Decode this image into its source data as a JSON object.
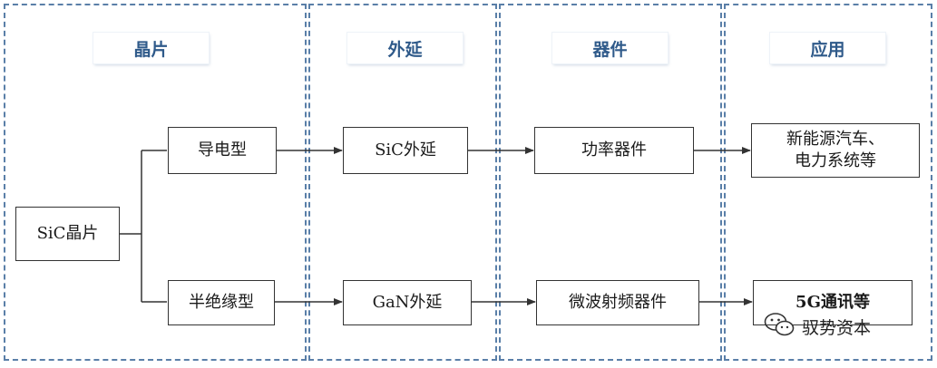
{
  "stages": [
    {
      "id": "wafer",
      "label": "晶片"
    },
    {
      "id": "epitaxy",
      "label": "外延"
    },
    {
      "id": "device",
      "label": "器件"
    },
    {
      "id": "application",
      "label": "应用"
    }
  ],
  "nodes": {
    "sic_wafer": "SiC晶片",
    "conductive": "导电型",
    "semi_insulating": "半绝缘型",
    "sic_epitaxy": "SiC外延",
    "gan_epitaxy": "GaN外延",
    "power_device": "功率器件",
    "rf_device": "微波射频器件",
    "app_ev_line1": "新能源汽车、",
    "app_ev_line2": "电力系统等",
    "app_5g": "5G通讯等"
  },
  "watermark": {
    "text": "驭势资本",
    "icon": "wechat-icon"
  },
  "colors": {
    "panel_border": "#5a7fa8",
    "stage_text": "#2f5a8a",
    "line": "#333333"
  }
}
